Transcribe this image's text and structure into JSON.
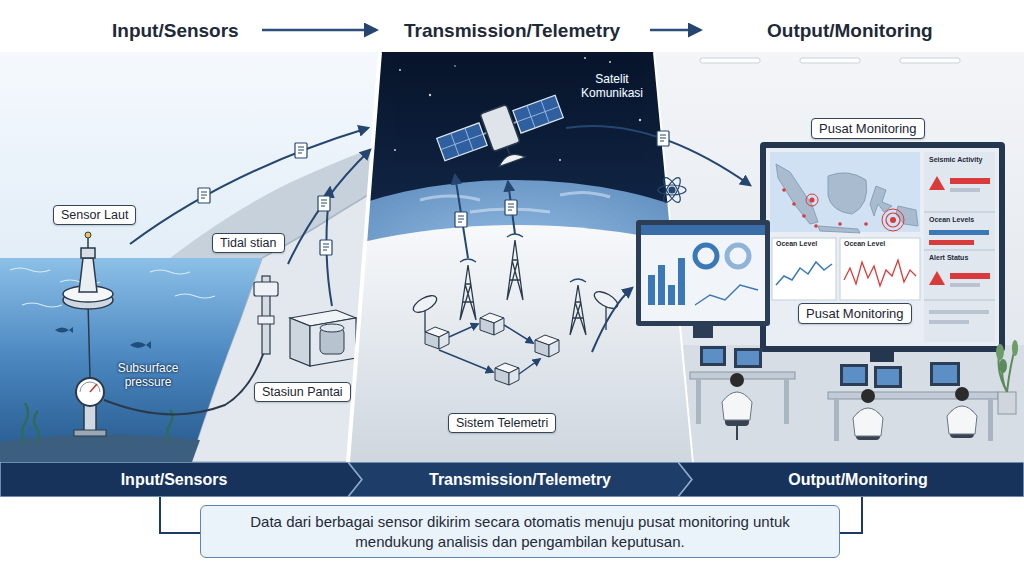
{
  "diagram": {
    "caption": "Data dari berbagai sensor dikirim secara otomatis menuju pusat monitoring untuk mendukung analisis dan pengambilan keputusan.",
    "nodes": [
      {
        "text": [
          "Sensor Laut"
        ]
      },
      {
        "text": [
          "Tidal stian"
        ]
      },
      {
        "text": [
          "Stasiun Pantai"
        ]
      },
      {
        "text": [
          "Sistem Telemetri"
        ]
      },
      {
        "text": [
          "Pusat Monitoring"
        ]
      },
      {
        "text": [
          "Pusat Monitoring"
        ]
      },
      {
        "text": [
          "Input/Sensors"
        ]
      },
      {
        "text": [
          "Transmission/Telemetry"
        ]
      },
      {
        "text": [
          "Output/Monitoring"
        ]
      }
    ],
    "labels": [
      "Input/Sensors",
      "Transmission/Telemetry",
      "Output/Monitoring",
      "Subsurface pressure",
      "Satelit Komunikasi",
      "Seismic Activity",
      "Ocean Levels",
      "Alert Status",
      "Ocean Level",
      "Ocean Level"
    ]
  }
}
